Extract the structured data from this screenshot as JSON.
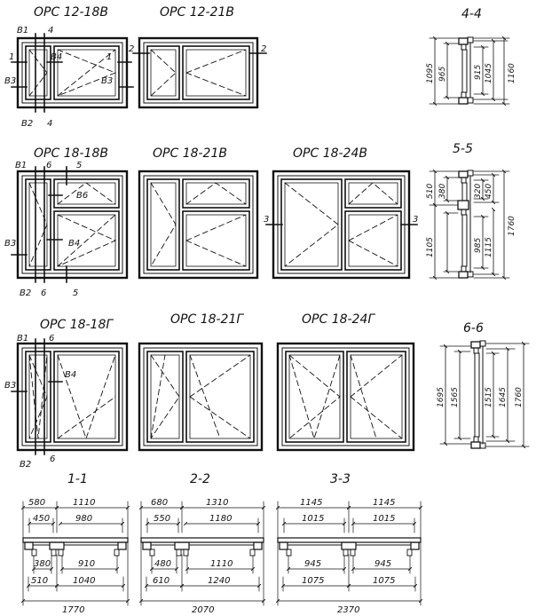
{
  "titles": {
    "w1": "ОРС 12-18В",
    "w2": "ОРС 12-21В",
    "w3": "ОРС 18-18В",
    "w4": "ОРС 18-21В",
    "w5": "ОРС 18-24В",
    "w6": "ОРС 18-18Г",
    "w7": "ОРС 18-21Г",
    "w8": "ОРС 18-24Г",
    "s11": "1-1",
    "s22": "2-2",
    "s33": "3-3",
    "s44": "4-4",
    "s55": "5-5",
    "s66": "6-6"
  },
  "marks": {
    "b1": "В1",
    "b2": "В2",
    "b3": "В3",
    "b4": "В4",
    "b6": "В6",
    "n1": "1",
    "n2": "2",
    "n3": "3",
    "n4": "4",
    "n5": "5",
    "n6": "6"
  },
  "dims": {
    "s11": {
      "top1": "580",
      "top2": "1110",
      "mid1": "450",
      "mid2": "980",
      "low1": "380",
      "low2": "910",
      "bot1": "510",
      "bot2": "1040",
      "total": "1770"
    },
    "s22": {
      "top1": "680",
      "top2": "1310",
      "mid1": "550",
      "mid2": "1180",
      "low1": "480",
      "low2": "1110",
      "bot1": "610",
      "bot2": "1240",
      "total": "2070"
    },
    "s33": {
      "top1": "1145",
      "top2": "1145",
      "mid1": "1015",
      "mid2": "1015",
      "low1": "945",
      "low2": "945",
      "bot1": "1075",
      "bot2": "1075",
      "total": "2370"
    },
    "s44": {
      "a": "1095",
      "b": "965",
      "c": "915",
      "d": "1045",
      "e": "1160"
    },
    "s55": {
      "a": "510",
      "b": "380",
      "c": "320",
      "d": "450",
      "e": "1105",
      "f": "985",
      "g": "1115",
      "h": "1760"
    },
    "s66": {
      "a": "1695",
      "b": "1565",
      "c": "1515",
      "d": "1645",
      "e": "1760"
    }
  }
}
